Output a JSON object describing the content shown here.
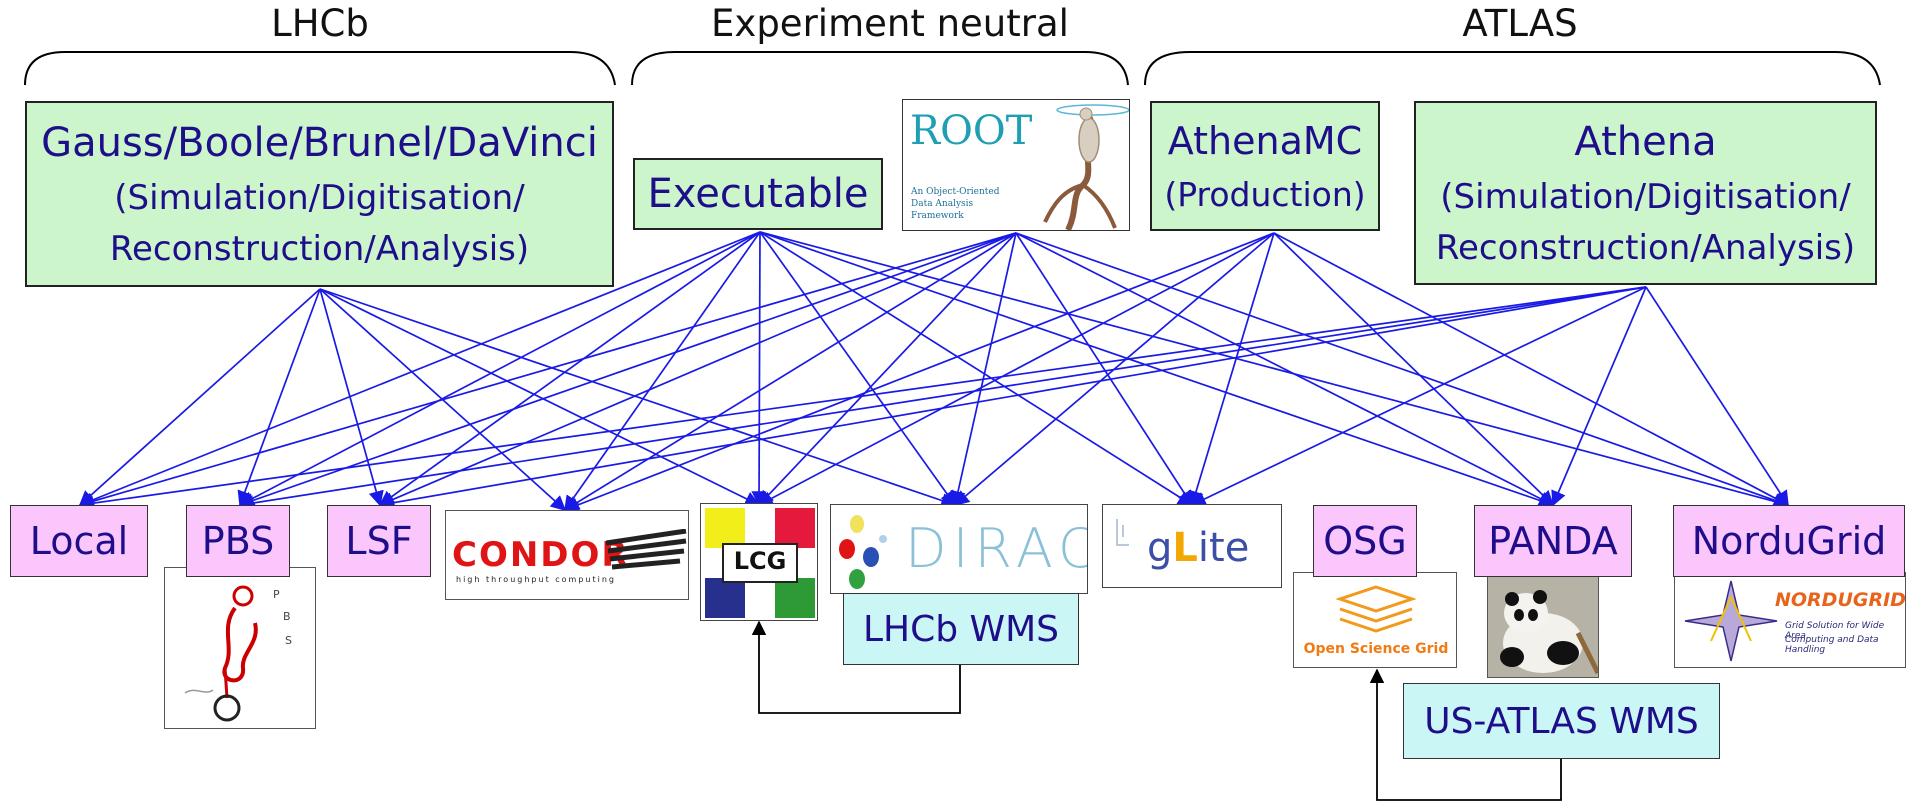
{
  "headers": {
    "lhcb": "LHCb",
    "neutral": "Experiment neutral",
    "atlas": "ATLAS"
  },
  "apps": {
    "gauss": {
      "line1": "Gauss/Boole/Brunel/DaVinci",
      "line2": "(Simulation/Digitisation/",
      "line3": "Reconstruction/Analysis)"
    },
    "executable": {
      "label": "Executable"
    },
    "root": {
      "title": "ROOT",
      "subtitle": "An Object-Oriented Data Analysis Framework"
    },
    "athenamc": {
      "line1": "AthenaMC",
      "line2": "(Production)"
    },
    "athena": {
      "line1": "Athena",
      "line2": "(Simulation/Digitisation/",
      "line3": "Reconstruction/Analysis)"
    }
  },
  "backends": {
    "local": "Local",
    "pbs": "PBS",
    "lsf": "LSF",
    "condor": "CONDOR",
    "condor_tag": "high throughput computing",
    "lcg": "LCG",
    "dirac": "DIRAC",
    "glite_g": "g",
    "glite_l": "L",
    "glite_rest": "ite",
    "osg": "OSG",
    "osg_logo": "Open Science Grid",
    "panda": "PANDA",
    "nordugrid": "NorduGrid",
    "nordugrid_logo": "NORDUGRID",
    "nordugrid_tag1": "Grid Solution for Wide Area",
    "nordugrid_tag2": "Computing and Data Handling"
  },
  "wms": {
    "lhcb": "LHCb WMS",
    "usatlas": "US-ATLAS WMS"
  },
  "colors": {
    "arrow": "#1a1ae6",
    "app_fill": "#ccf5cc",
    "backend_fill": "#fbc6fb",
    "wms_fill": "#cbf6f6",
    "text": "#1f0e8a"
  }
}
